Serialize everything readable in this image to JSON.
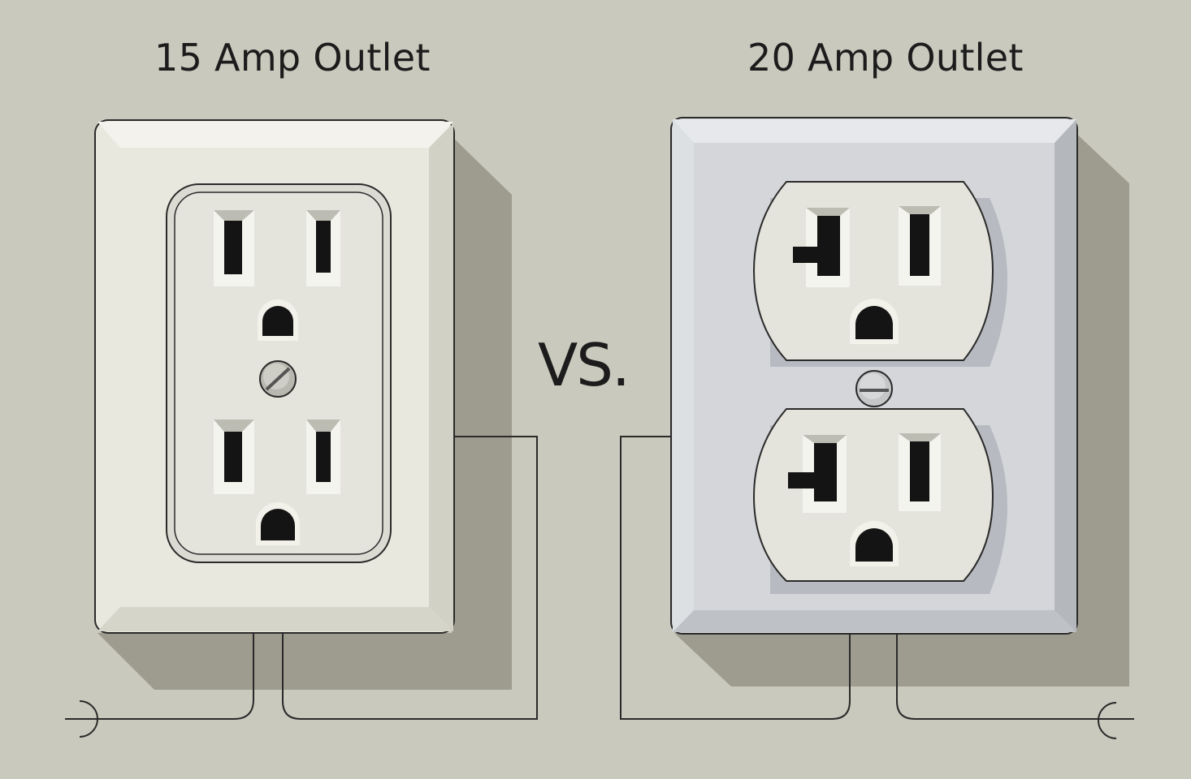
{
  "labels": {
    "left_title": "15 Amp Outlet",
    "right_title": "20 Amp Outlet",
    "versus": "VS."
  },
  "outlets": [
    {
      "rating": "15 Amp",
      "receptacles": 2,
      "slot_style": "straight",
      "plate": "ivory"
    },
    {
      "rating": "20 Amp",
      "receptacles": 2,
      "slot_style": "t-slot",
      "plate": "light-gray"
    }
  ],
  "colors": {
    "background": "#cac9bd",
    "shadow": "#9e9c8f",
    "plate_left": "#e9e8df",
    "plate_right": "#d4d6da",
    "face": "#e4e3dc",
    "slot": "#141414",
    "wire": "#2a2a2a"
  }
}
